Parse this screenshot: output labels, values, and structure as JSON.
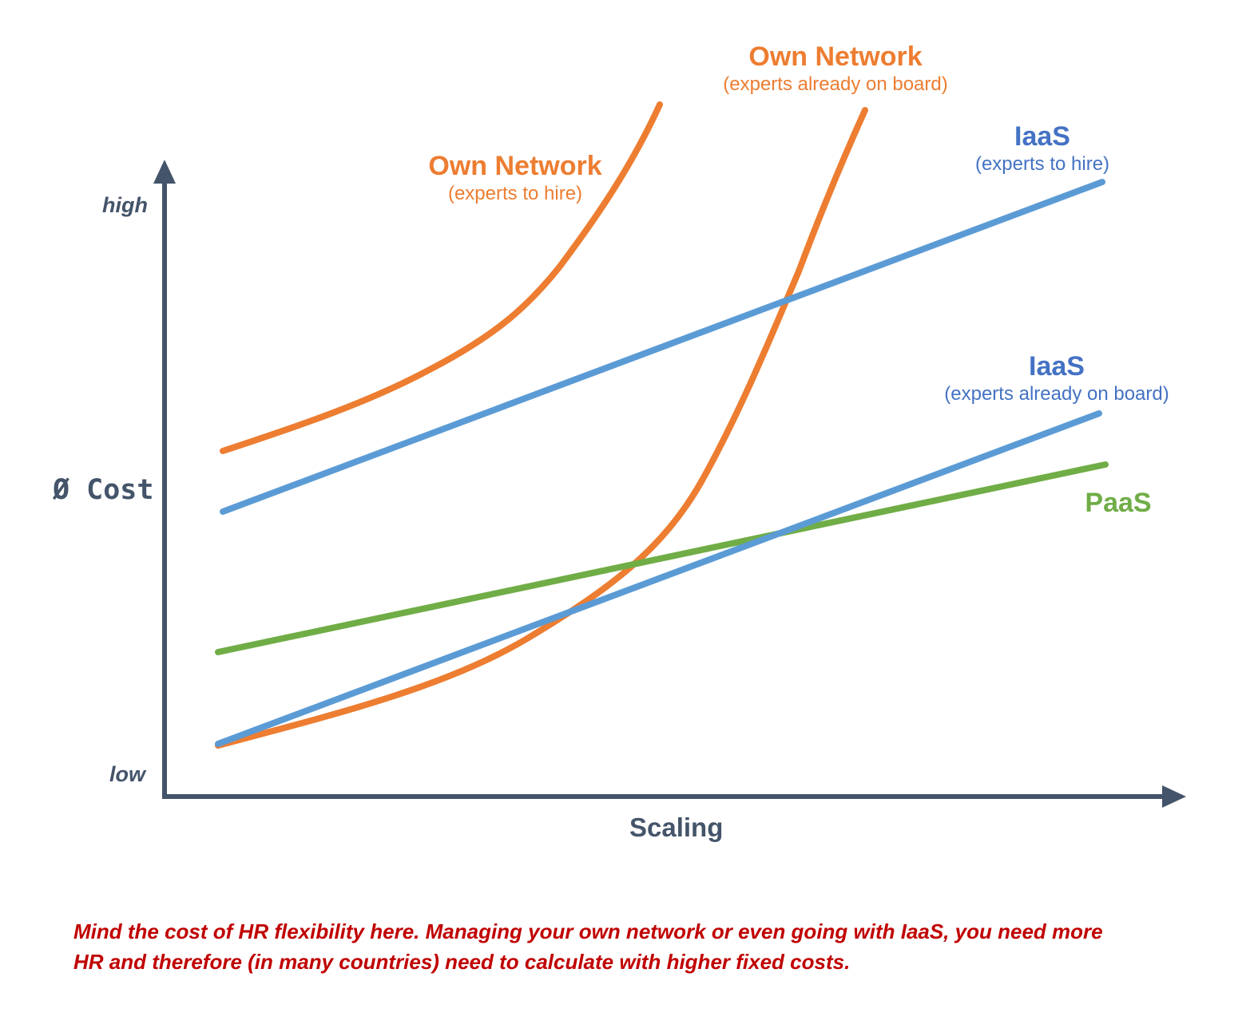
{
  "chart_data": {
    "type": "line",
    "title": "",
    "xlabel": "Scaling",
    "ylabel": "Ø Cost",
    "y_ticks": [
      "low",
      "high"
    ],
    "grid": false,
    "legend": "inline labels",
    "x": [
      0,
      0.25,
      0.5,
      0.75,
      1.0
    ],
    "series": [
      {
        "name": "Own Network (experts to hire)",
        "color": "#ED7D31",
        "shape": "exponential",
        "values": [
          0.55,
          0.63,
          0.78,
          1.07,
          null
        ]
      },
      {
        "name": "Own Network (experts already on board)",
        "color": "#ED7D31",
        "shape": "exponential",
        "values": [
          0.08,
          0.2,
          0.38,
          0.9,
          null
        ]
      },
      {
        "name": "IaaS (experts to hire)",
        "color": "#5B9BD5",
        "shape": "linear",
        "values": [
          0.45,
          0.58,
          0.71,
          0.83,
          0.96
        ]
      },
      {
        "name": "IaaS (experts already on board)",
        "color": "#5B9BD5",
        "shape": "linear",
        "values": [
          0.08,
          0.21,
          0.34,
          0.47,
          0.6
        ]
      },
      {
        "name": "PaaS",
        "color": "#70AD47",
        "shape": "linear",
        "values": [
          0.23,
          0.3,
          0.38,
          0.45,
          0.52
        ]
      }
    ],
    "ylim": [
      0,
      1
    ],
    "xlim": [
      0,
      1
    ]
  },
  "labels": {
    "own_network_hire": {
      "title": "Own Network",
      "sub": "(experts to hire)"
    },
    "own_network_board": {
      "title": "Own Network",
      "sub": "(experts already on board)"
    },
    "iaas_hire": {
      "title": "IaaS",
      "sub": "(experts to hire)"
    },
    "iaas_board": {
      "title": "IaaS",
      "sub": "(experts already on board)"
    },
    "paas": {
      "title": "PaaS"
    }
  },
  "axes": {
    "y_high": "high",
    "y_low": "low",
    "y_label": "Ø Cost",
    "x_label": "Scaling"
  },
  "note": {
    "line1": "Mind the cost of HR flexibility here. Managing your own network or even going with IaaS, you need more",
    "line2": "HR and therefore (in many countries) need to calculate with higher fixed costs."
  },
  "colors": {
    "axis": "#44546A",
    "orange": "#ED7D31",
    "blue_line": "#5B9BD5",
    "blue_text": "#4472C4",
    "green": "#70AD47",
    "note": "#C00000"
  }
}
